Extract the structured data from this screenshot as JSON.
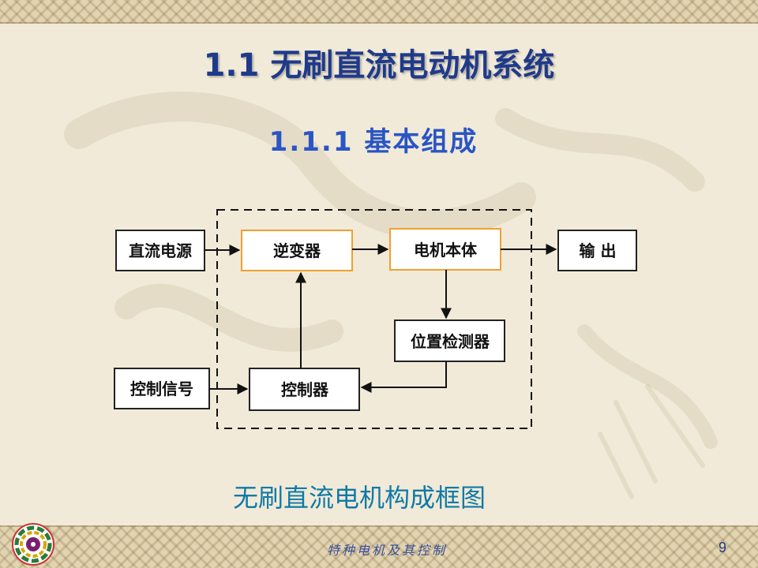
{
  "slide": {
    "title": "1.1 无刷直流电动机系统",
    "subtitle": "1.1.1 基本组成",
    "caption": "无刷直流电机构成框图",
    "footer": "特种电机及其控制",
    "page_number": "9"
  },
  "diagram": {
    "nodes": {
      "dc_power": "直流电源",
      "inverter": "逆变器",
      "motor_body": "电机本体",
      "output": "输 出",
      "position_detector": "位置检测器",
      "control_signal": "控制信号",
      "controller": "控制器"
    },
    "edges": [
      [
        "dc_power",
        "inverter"
      ],
      [
        "inverter",
        "motor_body"
      ],
      [
        "motor_body",
        "output"
      ],
      [
        "motor_body",
        "position_detector"
      ],
      [
        "position_detector",
        "controller"
      ],
      [
        "control_signal",
        "controller"
      ],
      [
        "controller",
        "inverter"
      ]
    ],
    "colors": {
      "highlight_border": "#f0a030",
      "box_border": "#222222",
      "dashed_border": "#111111"
    }
  },
  "colors": {
    "title": "#1f3a8a",
    "subtitle": "#2a55c4",
    "caption": "#0f7aa6",
    "background": "#f1ead8"
  }
}
